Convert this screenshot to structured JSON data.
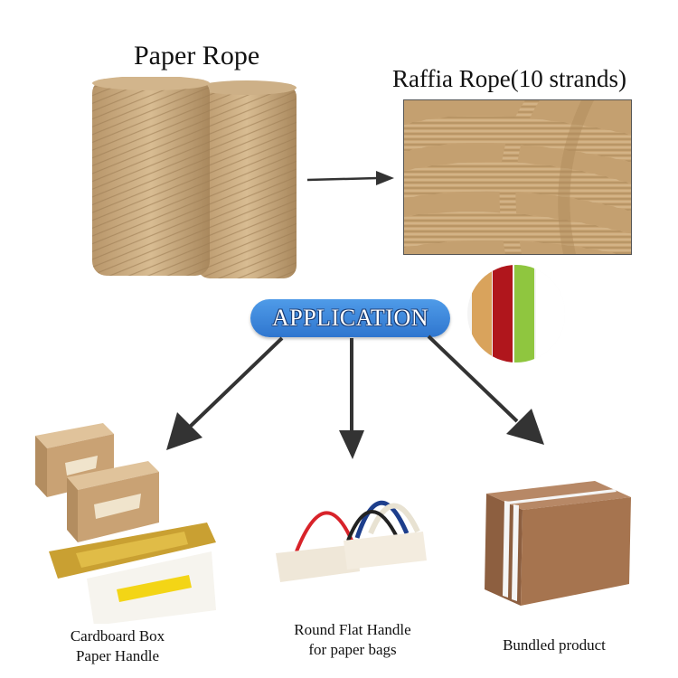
{
  "top": {
    "paper_rope_title": "Paper Rope",
    "raffia_rope_title": "Raffia Rope(10 strands)"
  },
  "application": {
    "label": "APPLICATION"
  },
  "products": [
    {
      "caption_line1": "Cardboard Box",
      "caption_line2": "Paper Handle"
    },
    {
      "caption_line1": "Round Flat Handle",
      "caption_line2": "for paper bags"
    },
    {
      "caption_line1": "Bundled product",
      "caption_line2": ""
    }
  ],
  "colors": {
    "kraft": "#c8a77a",
    "pill_blue": "#3a86dc",
    "arrow": "#333333",
    "swatch_colors": [
      "#d9a35c",
      "#b0161c",
      "#8fc63f",
      "#ffffff"
    ]
  },
  "icons": [
    "arrow-right-icon",
    "arrow-down-left-icon",
    "arrow-down-icon",
    "arrow-down-right-icon"
  ]
}
